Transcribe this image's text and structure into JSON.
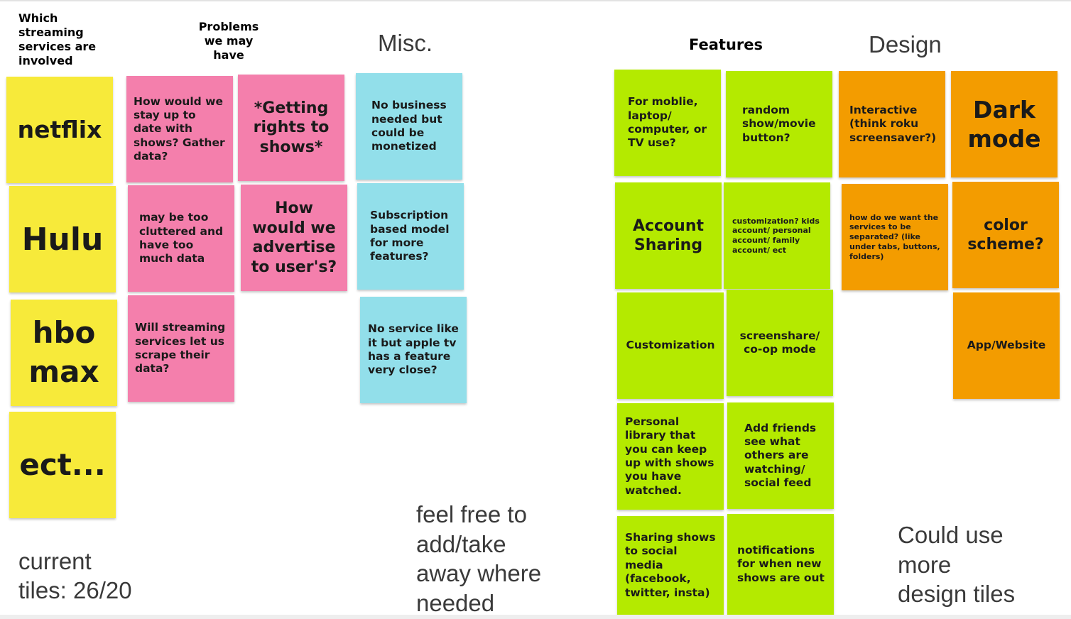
{
  "headers": {
    "streaming": "Which\nstreaming\nservices are\ninvolved",
    "problems": "Problems\nwe may\nhave",
    "misc": "Misc.",
    "features": "Features",
    "design": "Design"
  },
  "streaming_notes": [
    "netflix",
    "Hulu",
    "hbo\nmax",
    "ect..."
  ],
  "problem_notes": [
    "How would we\nstay up to\ndate with\nshows? Gather\ndata?",
    "*Getting\nrights to\nshows*",
    "may be too\ncluttered and\nhave too\nmuch data",
    "How\nwould we\nadvertise\nto user's?",
    "Will streaming\nservices let us\nscrape their\ndata?"
  ],
  "misc_notes": [
    "No business\nneeded but\ncould be\nmonetized",
    "Subscription\nbased model\nfor more\nfeatures?",
    "No service like\nit but apple tv\nhas a feature\nvery close?"
  ],
  "feature_notes": [
    "For moblie,\nlaptop/\ncomputer, or\nTV use?",
    "random\nshow/movie\nbutton?",
    "Account\nSharing",
    "customization? kids\naccount/ personal\naccount/ family\naccount/ ect",
    "Customization",
    "screenshare/\nco-op mode",
    "Personal\nlibrary that\nyou can keep\nup with shows\nyou have\nwatched.",
    "Add friends\nsee what\nothers are\nwatching/\nsocial feed",
    "Sharing shows\nto social\nmedia\n(facebook,\ntwitter, insta)",
    "notifications\nfor when new\nshows are out"
  ],
  "design_notes": [
    "Interactive\n(think roku\nscreensaver?)",
    "Dark\nmode",
    "how do we want the\nservices to be\nseparated? (like\nunder tabs, buttons,\nfolders)",
    "color\nscheme?",
    "App/Website"
  ],
  "free_text": {
    "tiles": "current\ntiles: 26/20",
    "feel_free": "feel free to\nadd/take\naway where\nneeded",
    "could_use": "Could use\nmore\ndesign tiles"
  },
  "colors": {
    "yellow": "#f7ea3a",
    "pink": "#f47fac",
    "cyan": "#92dfea",
    "green": "#b4ea00",
    "orange": "#f39c00"
  }
}
